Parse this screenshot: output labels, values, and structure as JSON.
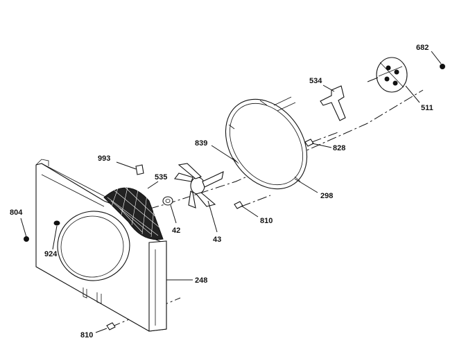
{
  "callouts": {
    "c682": "682",
    "c534": "534",
    "c511": "511",
    "c828": "828",
    "c839": "839",
    "c993": "993",
    "c535": "535",
    "c298": "298",
    "c804": "804",
    "c810a": "810",
    "c42": "42",
    "c43": "43",
    "c924": "924",
    "c248": "248",
    "c810b": "810"
  }
}
